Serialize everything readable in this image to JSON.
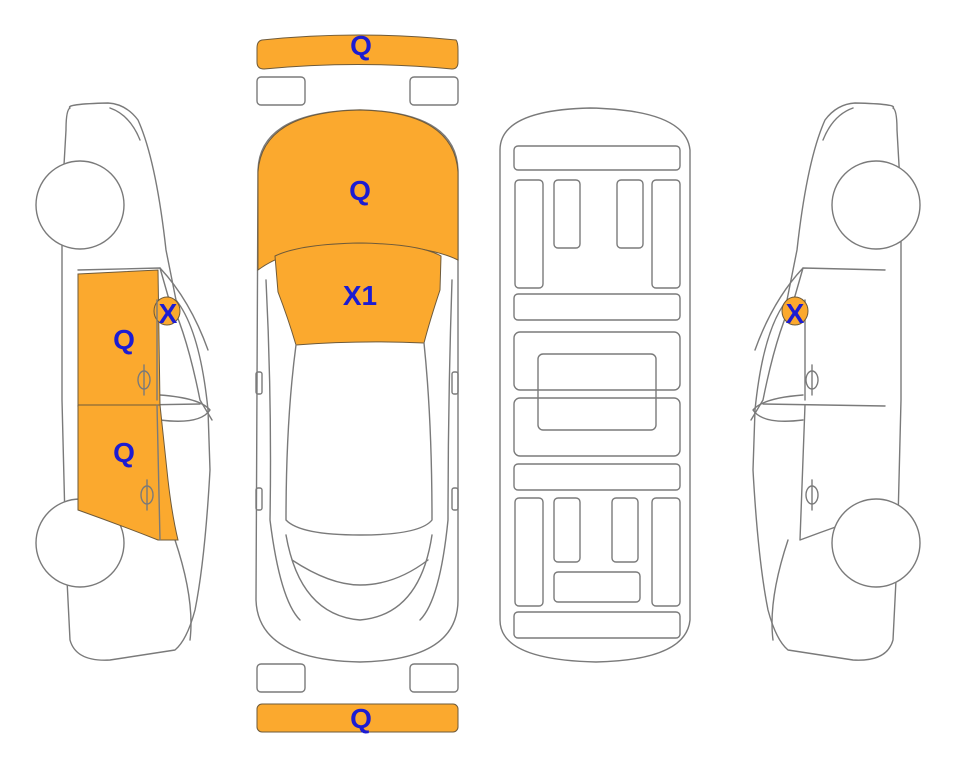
{
  "colors": {
    "damage_fill": "#FBA92E",
    "label": "#1C1CD2",
    "outline": "#7A7A7A"
  },
  "marks": {
    "front_bumper": "Q",
    "hood": "Q",
    "windshield": "X1",
    "rear_bumper": "Q",
    "left_front_door": "Q",
    "left_rear_door": "Q",
    "left_mirror": "X",
    "right_mirror": "X"
  }
}
